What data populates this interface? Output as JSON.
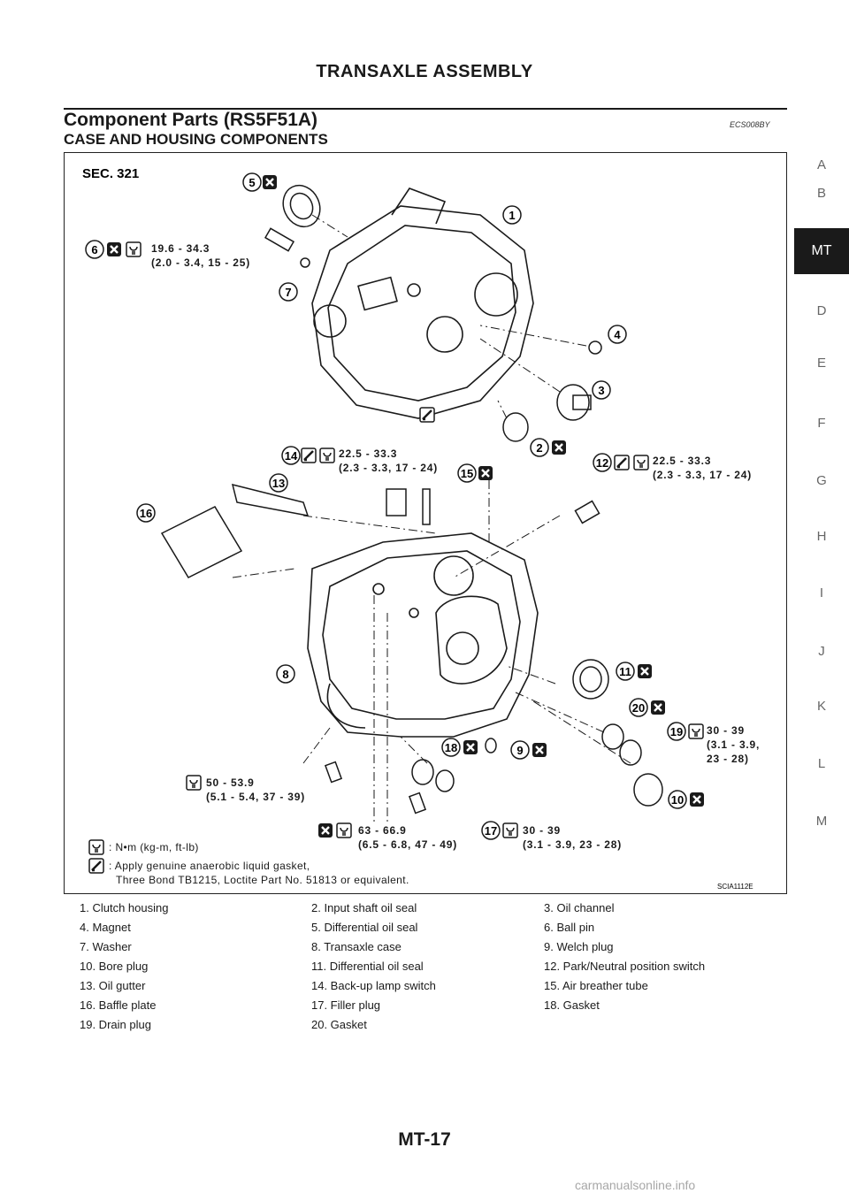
{
  "header": {
    "title": "TRANSAXLE ASSEMBLY"
  },
  "section": {
    "title": "Component Parts (RS5F51A)",
    "code": "ECS008BY",
    "subtitle": "CASE AND HOUSING COMPONENTS"
  },
  "side_index": {
    "letters": [
      "A",
      "B",
      "MT",
      "D",
      "E",
      "F",
      "G",
      "H",
      "I",
      "J",
      "K",
      "L",
      "M"
    ],
    "active": "MT"
  },
  "figure": {
    "sec": "SEC. 321",
    "figure_id": "SCIA1112E",
    "torque_values": {
      "t6_a": "19.6 - 34.3",
      "t6_b": "(2.0 - 3.4, 15 - 25)",
      "t14_a": "22.5 - 33.3",
      "t14_b": "(2.3 - 3.3, 17 - 24)",
      "t12_a": "22.5 - 33.3",
      "t12_b": "(2.3 - 3.3, 17 - 24)",
      "t19_a": "30 - 39",
      "t19_b": "(3.1 - 3.9,",
      "t19_c": "23 - 28)",
      "tb_a": "50 - 53.9",
      "tb_b": "(5.1 - 5.4, 37 - 39)",
      "tc_a": "63 - 66.9",
      "tc_b": "(6.5 - 6.8, 47 - 49)",
      "t17_a": "30 - 39",
      "t17_b": "(3.1 - 3.9, 23 - 28)"
    },
    "legend": {
      "torque": ": N•m (kg-m, ft-lb)",
      "gasket_line1": ": Apply genuine anaerobic liquid gasket,",
      "gasket_line2": "Three Bond TB1215, Loctite Part No. 51813 or equivalent."
    },
    "callouts": [
      "1",
      "2",
      "3",
      "4",
      "5",
      "6",
      "7",
      "8",
      "9",
      "10",
      "11",
      "12",
      "13",
      "14",
      "15",
      "16",
      "17",
      "18",
      "19",
      "20"
    ]
  },
  "parts": [
    [
      "1. Clutch housing",
      "2. Input shaft oil seal",
      "3. Oil channel"
    ],
    [
      "4. Magnet",
      "5. Differential oil seal",
      "6. Ball pin"
    ],
    [
      "7. Washer",
      "8. Transaxle case",
      "9. Welch plug"
    ],
    [
      "10. Bore plug",
      "11. Differential oil seal",
      "12. Park/Neutral position switch"
    ],
    [
      "13. Oil gutter",
      "14. Back-up lamp switch",
      "15. Air breather tube"
    ],
    [
      "16. Baffle plate",
      "17. Filler plug",
      "18. Gasket"
    ],
    [
      "19. Drain plug",
      "20. Gasket",
      ""
    ]
  ],
  "footer": {
    "page_number": "MT-17",
    "watermark": "carmanualsonline.info"
  }
}
